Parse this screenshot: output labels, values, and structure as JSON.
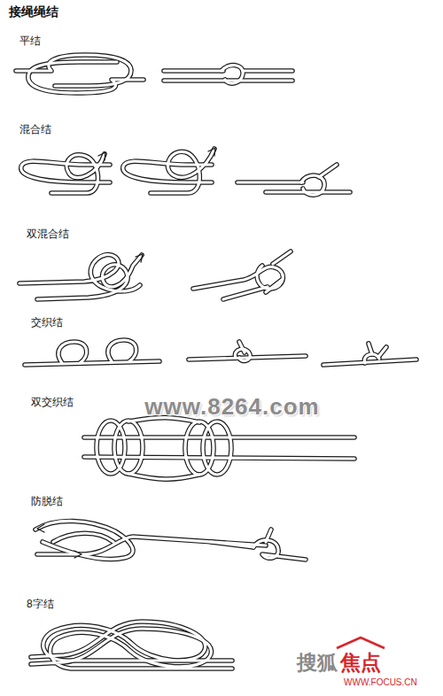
{
  "diagram": {
    "title": "接绳绳结",
    "labels": [
      "平结",
      "混合结",
      "双混合结",
      "交织结",
      "www.8264.com",
      "双交织结",
      "防脱结",
      "8字结",
      "搜狐",
      "焦点",
      "WWW.FOCUS.CN"
    ]
  }
}
